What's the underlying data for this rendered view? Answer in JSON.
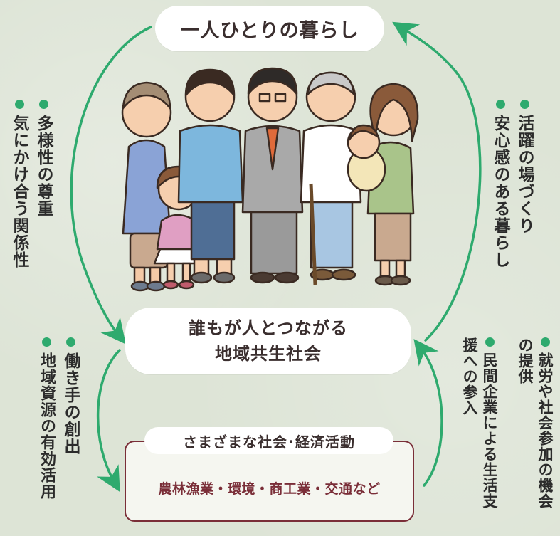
{
  "top_pill": "一人ひとりの暮らし",
  "center_pill": [
    "誰もが人とつながる",
    "地域共生社会"
  ],
  "left_upper": [
    "多様性の尊重",
    "気にかけ合う関係性"
  ],
  "right_upper": [
    "活躍の場づくり",
    "安心感のある暮らし"
  ],
  "left_lower": [
    "働き手の創出",
    "地域資源の有効活用"
  ],
  "right_lower": [
    "就労や社会参加の機会の提供",
    "民間企業による生活支援への参入"
  ],
  "panel": {
    "title": "さまざまな社会･経済活動",
    "body": "農林漁業・環境・商工業・交通など"
  },
  "colors": {
    "background": "#dde4d6",
    "arrow": "#2eaa6e",
    "panel_border": "#7a2e38",
    "panel_text": "#7a2e38"
  }
}
